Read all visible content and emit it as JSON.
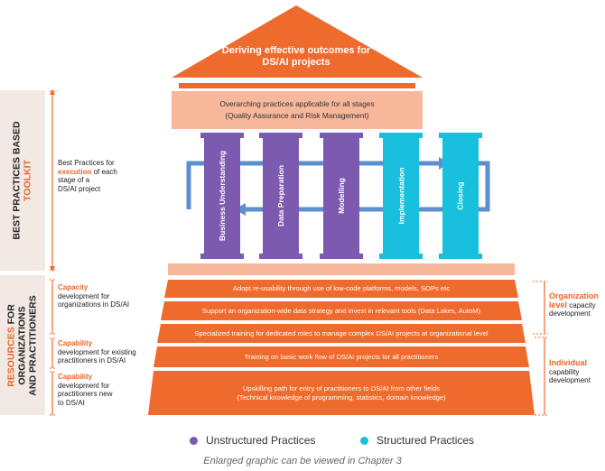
{
  "roof": {
    "line1": "Deriving effective outcomes for",
    "line2": "DS/AI projects"
  },
  "beam": {
    "line1": "Overarching practices applicable for all stages",
    "line2": "(Quality Assurance and Risk Management)"
  },
  "pillars": [
    {
      "label": "Business Understanding",
      "kind": "unstructured"
    },
    {
      "label": "Data Preparation",
      "kind": "unstructured"
    },
    {
      "label": "Modelling",
      "kind": "unstructured"
    },
    {
      "label": "Implementation",
      "kind": "structured"
    },
    {
      "label": "Closing",
      "kind": "structured"
    }
  ],
  "left_top": {
    "line1": "BEST PRACTICES BASED",
    "line2": "TOOLKIT"
  },
  "left_bottom": {
    "line1a": "RESOURCES",
    "line1b": " FOR",
    "line2": "ORGANIZATIONS",
    "line3": "AND PRACTITIONERS"
  },
  "best_practices_note": {
    "pre": "Best Practices for",
    "highlight": "execution",
    "post1": " of each",
    "post2": "stage of a",
    "post3": "DS/AI project"
  },
  "left_notes": [
    {
      "title": "Capacity",
      "l1": "development for",
      "l2": "organizations in DS/AI"
    },
    {
      "title": "Capability",
      "l1": "development for existing",
      "l2": "practitioners in DS/AI"
    },
    {
      "title": "Capability",
      "l1": "development for",
      "l2": "practitioners new",
      "l3": "to DS/AI"
    }
  ],
  "tiers": [
    "Adopt re-usability through use of low-code platforms, models, SOPs etc",
    "Support an organization-wide data strategy and invest in relevant tools (Data Lakes, AutoM)",
    "Specialized training for dedicated roles to manage complex DS/AI projects at organizational level",
    "Training on basic work flow of DS/AI projects for all practitioners"
  ],
  "tier5": {
    "line1": "Upskilling path for entry of practitioners to DS/AI from other fields",
    "line2": "(Technical knowledge of programming, statistics, domain knowledge)"
  },
  "right_notes": [
    {
      "title1": "Organization",
      "title2": "level",
      "rest": " capacity",
      "l2": "development"
    },
    {
      "title1": "Individual",
      "l1": "capability",
      "l2": "development"
    }
  ],
  "legend": {
    "unstructured": "Unstructured Practices",
    "structured": "Structured Practices"
  },
  "caption": "Enlarged graphic can be viewed in Chapter 3",
  "colors": {
    "orange": "#ef6a2d",
    "peach": "#f7b79a",
    "purple": "#7b5ab0",
    "cyan": "#19c0dd",
    "arrow": "#5b8fcf"
  }
}
